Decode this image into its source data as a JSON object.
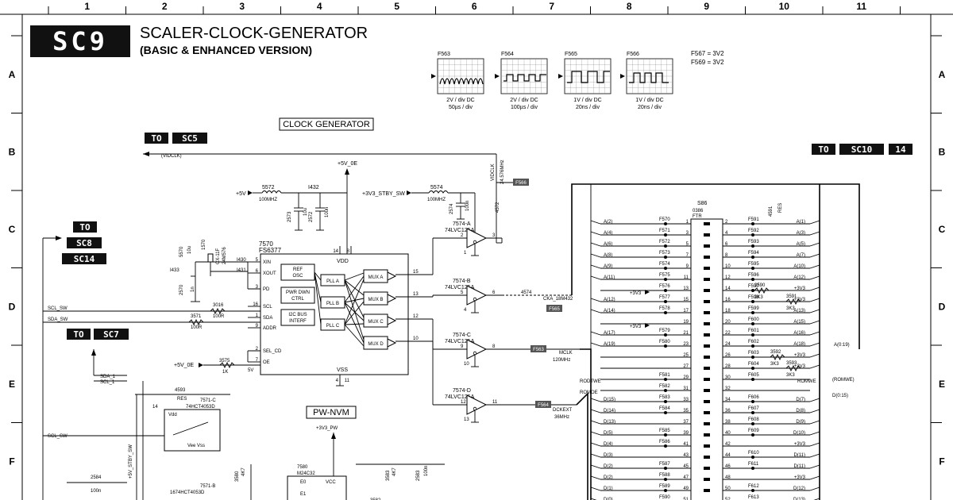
{
  "sheet": {
    "badge": "SC9",
    "title": "SCALER-CLOCK-GENERATOR",
    "subtitle": "(BASIC & ENHANCED VERSION)",
    "columns": [
      "1",
      "2",
      "3",
      "4",
      "5",
      "6",
      "7",
      "8",
      "9",
      "10",
      "11"
    ],
    "rows": [
      "A",
      "B",
      "C",
      "D",
      "E",
      "F"
    ]
  },
  "offpage": {
    "to_label": "TO",
    "sc5": "SC5",
    "sc8": "SC8",
    "sc14": "SC14",
    "sc7": "SC7",
    "sc10": "SC10",
    "n14": "14",
    "vidclk": "(VIDCLK)"
  },
  "scopes": [
    {
      "id": "F563",
      "scale": "2V / div DC",
      "time": "50µs / div"
    },
    {
      "id": "F564",
      "scale": "2V / div DC",
      "time": "100µs / div"
    },
    {
      "id": "F565",
      "scale": "1V / div DC",
      "time": "20ns / div"
    },
    {
      "id": "F566",
      "scale": "1V / div DC",
      "time": "20ns / div"
    }
  ],
  "notes": [
    "F567 = 3V2",
    "F569 = 3V2"
  ],
  "section_labels": {
    "clock_generator": "CLOCK GENERATOR",
    "pw_nvm": "PW-NVM"
  },
  "power": {
    "p5v_0e_top": "+5V_0E",
    "p5v": "+5V",
    "p3v3_stby_sw": "+3V3_STBY_SW",
    "p5v_0e": "+5V_0E",
    "p5v_label": "5V",
    "p3v3_pw": "+3V3_PW",
    "p5v_stby_sw": "+5V_STBY_SW",
    "p3v3": "+3V3"
  },
  "components": {
    "c5572": "5572",
    "c5572v": "100MHZ",
    "c5574": "5574",
    "c5574v": "100MHZ",
    "i432": "I432",
    "c2573": "2573",
    "c2573v": "10u",
    "c2572": "2572",
    "c2572v": "100n",
    "c2574": "2574",
    "c2574v": "100n",
    "c4572": "4572",
    "c5570": "5570",
    "c5570v": "10u",
    "c1570": "1570",
    "xtal": "CX-11F",
    "xtalf": "24M576",
    "i433": "I433",
    "i430": "I430",
    "i431": "I431",
    "c2570": "2570",
    "c2570v": "1n",
    "ic7570": "7570",
    "ic7570t": "FS6377",
    "vdd": "VDD",
    "vss": "VSS",
    "r3016": "3016",
    "r3016v": "100R",
    "r3571": "3571",
    "r3571v": "100R",
    "r3575": "3575",
    "r3575v": "1K",
    "scl_sw": "SCL_SW",
    "sda_sw": "SDA_SW",
    "sda1": "SDA_1",
    "scl1": "SCL_1",
    "vidclk_v": "VIDCLK",
    "vidclk_f": "24.576MHz",
    "r4574": "4574",
    "cka": "CKA_18M432",
    "mclk": "MCLK",
    "mclkf": "120MHz",
    "dckext": "DCKEXT",
    "dckextf": "36MHz",
    "u7574a": "7574-A",
    "u7574a_t": "74LVC125A",
    "u7574b": "7574-B",
    "u7574b_t": "74LVC125A",
    "u7574c": "7574-C",
    "u7574c_t": "74LVC125A",
    "u7574d": "7574-D",
    "u7574d_t": "74LVC125A",
    "c4593": "4593",
    "u7571c": "7571-C",
    "u7571c_t": "74HCT4053D",
    "u7571b": "7571-B",
    "u7571b_t": "1674HCT4053D",
    "res": "RES",
    "vdd_s": "Vdd",
    "vee": "Vee Vss",
    "c2584": "2584",
    "c2584v": "100n",
    "r3580": "3580",
    "r3580v": "4K7",
    "ic7580": "7580",
    "ic7580t": "M24C32",
    "e0": "E0",
    "e1": "E1",
    "vcc": "VCC",
    "r3583": "3583",
    "r3583v": "4K7",
    "c2583": "2583",
    "c2583v": "100n",
    "r3582": "3582",
    "conn": "S86",
    "conn_t": "0386",
    "conn_ftr": "FTR",
    "c4591": "4591",
    "res2": "RES",
    "r3590": "3590",
    "r3590v": "3K3",
    "r3591": "3591",
    "r3591v": "3K3",
    "r3592": "3592",
    "r3592v": "3K3",
    "r3593": "3593",
    "r3593v": "3K3",
    "rodtwe": "RODTWE",
    "romoe": "ROMOE",
    "romwe": "(ROMWE)",
    "romwe2": "ROMWE",
    "a019": "A(0:19)",
    "d015": "D(0:15)"
  },
  "chip_pins": {
    "left": [
      {
        "num": "5",
        "name": "XIN"
      },
      {
        "num": "6",
        "name": "XOUT"
      },
      {
        "num": "3",
        "name": "PD"
      },
      {
        "num": "16",
        "name": "SCL"
      },
      {
        "num": "1",
        "name": "SDA"
      },
      {
        "num": "9",
        "name": "ADDR"
      },
      {
        "num": "2",
        "name": "SEL_CD"
      },
      {
        "num": "7",
        "name": "OE"
      }
    ],
    "top": [
      "14",
      "8"
    ],
    "bottom": [
      "4",
      "11"
    ],
    "right": [
      "15",
      "13",
      "12",
      "10"
    ],
    "blocks": [
      "REF OSC",
      "PWR DWN CTRL",
      "I2C BUS INTERF"
    ],
    "pll": [
      "PLL A",
      "PLL B",
      "PLL C"
    ],
    "mux": [
      "MUX A",
      "MUX B",
      "MUX C",
      "MUX D"
    ]
  },
  "buffer_pins": {
    "a": [
      "2",
      "1",
      "3"
    ],
    "b": [
      "5",
      "4",
      "6"
    ],
    "c": [
      "9",
      "10",
      "8"
    ],
    "d": [
      "12",
      "13",
      "11"
    ]
  },
  "connector_rows": [
    {
      "l": "1",
      "r": "2",
      "lf": "F570",
      "rf": "F591",
      "lbus": "A(2)",
      "rbus": "A(1)"
    },
    {
      "l": "3",
      "r": "4",
      "lf": "F571",
      "rf": "F592",
      "lbus": "A(4)",
      "rbus": "A(3)"
    },
    {
      "l": "5",
      "r": "6",
      "lf": "F572",
      "rf": "F593",
      "lbus": "A(6)",
      "rbus": "A(5)"
    },
    {
      "l": "7",
      "r": "8",
      "lf": "F573",
      "rf": "F594",
      "lbus": "A(8)",
      "rbus": "A(7)"
    },
    {
      "l": "9",
      "r": "10",
      "lf": "F574",
      "rf": "F595",
      "lbus": "A(9)",
      "rbus": "A(10)"
    },
    {
      "l": "11",
      "r": "12",
      "lf": "F575",
      "rf": "F596",
      "lbus": "A(11)",
      "rbus": "A(12)"
    },
    {
      "l": "13",
      "r": "14",
      "lf": "F576",
      "rf": "F597",
      "lbus": "",
      "rbus": "+3V3"
    },
    {
      "l": "15",
      "r": "16",
      "lf": "F577",
      "rf": "F598",
      "lbus": "A(12)",
      "rbus": "+3V3"
    },
    {
      "l": "17",
      "r": "18",
      "lf": "F578",
      "rf": "F599",
      "lbus": "A(14)",
      "rbus": "A(13)"
    },
    {
      "l": "19",
      "r": "20",
      "lf": "",
      "rf": "F600",
      "lbus": "",
      "rbus": "A(15)"
    },
    {
      "l": "21",
      "r": "22",
      "lf": "F579",
      "rf": "F601",
      "lbus": "A(17)",
      "rbus": "A(16)"
    },
    {
      "l": "23",
      "r": "24",
      "lf": "F580",
      "rf": "F602",
      "lbus": "A(19)",
      "rbus": "A(18)"
    },
    {
      "l": "25",
      "r": "26",
      "lf": "",
      "rf": "F603",
      "lbus": "",
      "rbus": "+3V3"
    },
    {
      "l": "27",
      "r": "28",
      "lf": "",
      "rf": "F604",
      "lbus": "",
      "rbus": "+3V3"
    },
    {
      "l": "29",
      "r": "30",
      "lf": "F581",
      "rf": "F605",
      "lbus": "",
      "rbus": ""
    },
    {
      "l": "31",
      "r": "32",
      "lf": "F582",
      "rf": "",
      "lbus": "",
      "rbus": ""
    },
    {
      "l": "33",
      "r": "34",
      "lf": "F583",
      "rf": "F606",
      "lbus": "D(15)",
      "rbus": "D(7)"
    },
    {
      "l": "35",
      "r": "36",
      "lf": "F584",
      "rf": "F607",
      "lbus": "D(14)",
      "rbus": "D(8)"
    },
    {
      "l": "37",
      "r": "38",
      "lf": "",
      "rf": "F608",
      "lbus": "D(13)",
      "rbus": "D(9)"
    },
    {
      "l": "39",
      "r": "40",
      "lf": "F585",
      "rf": "F609",
      "lbus": "D(5)",
      "rbus": "D(10)"
    },
    {
      "l": "41",
      "r": "42",
      "lf": "F586",
      "rf": "",
      "lbus": "D(4)",
      "rbus": "+3V3"
    },
    {
      "l": "43",
      "r": "44",
      "lf": "",
      "rf": "F610",
      "lbus": "D(3)",
      "rbus": "D(11)"
    },
    {
      "l": "45",
      "r": "46",
      "lf": "F587",
      "rf": "F611",
      "lbus": "D(2)",
      "rbus": "D(11)"
    },
    {
      "l": "47",
      "r": "48",
      "lf": "F588",
      "rf": "",
      "lbus": "D(2)",
      "rbus": "+3V3"
    },
    {
      "l": "49",
      "r": "50",
      "lf": "F589",
      "rf": "F612",
      "lbus": "D(1)",
      "rbus": "D(12)"
    },
    {
      "l": "51",
      "r": "52",
      "lf": "F590",
      "rf": "F613",
      "lbus": "D(0)",
      "rbus": "D(13)"
    }
  ],
  "tags": {
    "f563": "F563",
    "f564": "F564",
    "f565": "F565",
    "f566": "F566"
  }
}
